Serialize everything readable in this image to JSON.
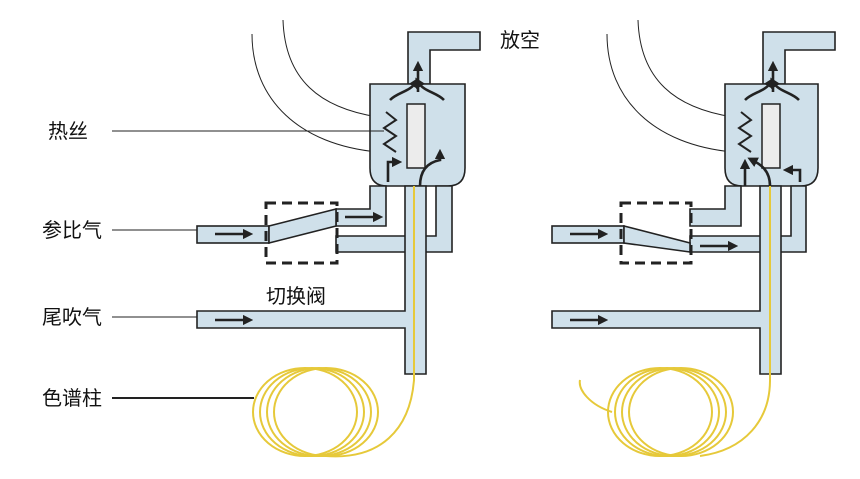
{
  "labels": {
    "vent": "放空",
    "filament": "热丝",
    "reference_gas": "参比气",
    "makeup_gas": "尾吹气",
    "switching_valve": "切换阀",
    "column": "色谱柱"
  },
  "colors": {
    "pipe_fill": "#cfe0ea",
    "outline": "#222222",
    "column": "#e6c93a"
  },
  "panels": [
    "left-state",
    "right-state"
  ]
}
